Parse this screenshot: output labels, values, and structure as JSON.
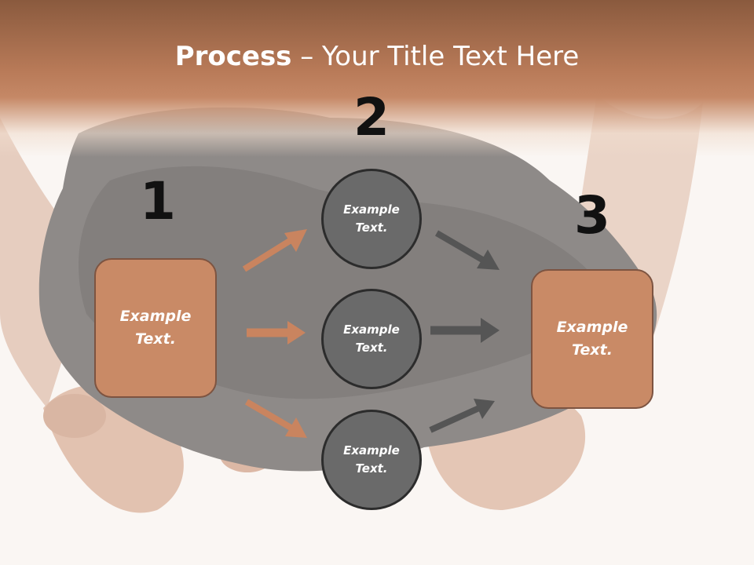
{
  "title": {
    "strong": "Process",
    "rest": " – Your Title Text Here"
  },
  "steps": [
    {
      "number": "1",
      "line1": "Example",
      "line2": "Text."
    },
    {
      "number": "2"
    },
    {
      "number": "3",
      "line1": "Example",
      "line2": "Text."
    }
  ],
  "circles": [
    {
      "line1": "Example",
      "line2": "Text."
    },
    {
      "line1": "Example",
      "line2": "Text."
    },
    {
      "line1": "Example",
      "line2": "Text."
    }
  ],
  "colors": {
    "title_band": "#b87a58",
    "box_fill": "#c98a66",
    "box_border": "#7d5441",
    "circle_fill": "#6a6a6a",
    "circle_border": "#2c2c2c",
    "arrow_orange": "#c9845f",
    "arrow_gray": "#555555"
  }
}
